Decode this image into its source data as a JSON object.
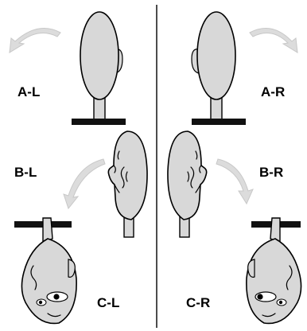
{
  "labels": {
    "a_left": "A-L",
    "a_right": "A-R",
    "b_left": "B-L",
    "b_right": "B-R",
    "c_left": "C-L",
    "c_right": "C-R"
  },
  "colors": {
    "head_fill": "#d8d8d8",
    "outline": "#000000",
    "arrow_fill": "#dcdcdc",
    "bar": "#111111",
    "background": "#ffffff"
  }
}
